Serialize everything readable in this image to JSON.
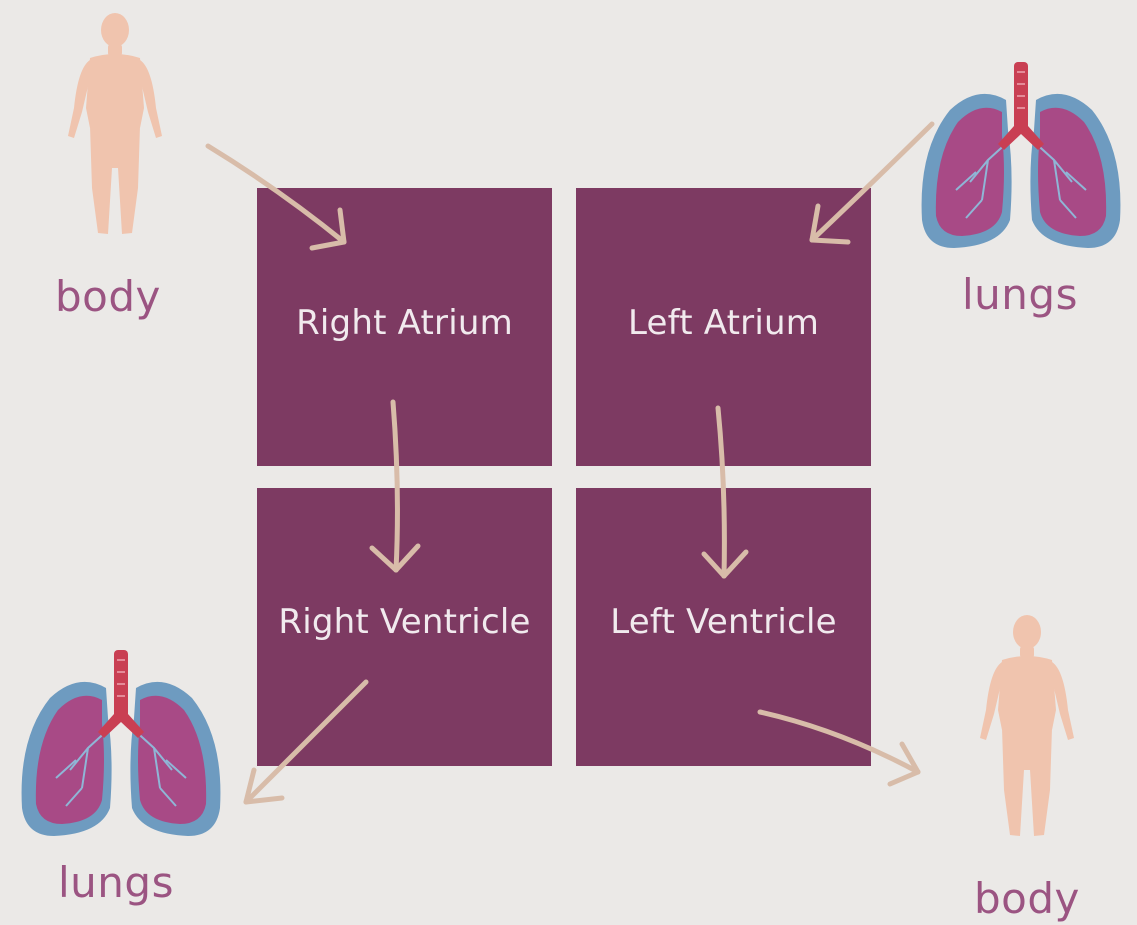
{
  "chambers": {
    "right_atrium": "Right Atrium",
    "left_atrium": "Left Atrium",
    "right_ventricle": "Right Ventricle",
    "left_ventricle": "Left Ventricle"
  },
  "labels": {
    "body_top_left": "body",
    "lungs_top_right": "lungs",
    "lungs_bottom_left": "lungs",
    "body_bottom_right": "body"
  },
  "icons": {
    "body": "human-body-icon",
    "lungs": "lungs-icon",
    "arrow": "sketch-arrow-icon"
  },
  "colors": {
    "background": "#ebe9e7",
    "chamber": "#7d3a62",
    "chamber_text": "#f1eaee",
    "label": "#9b5482",
    "arrow": "#d8bca9",
    "body": "#f0c4ae",
    "lung_outer": "#6e9bc0",
    "lung_inner": "#a84a86",
    "trachea": "#c93f53"
  }
}
